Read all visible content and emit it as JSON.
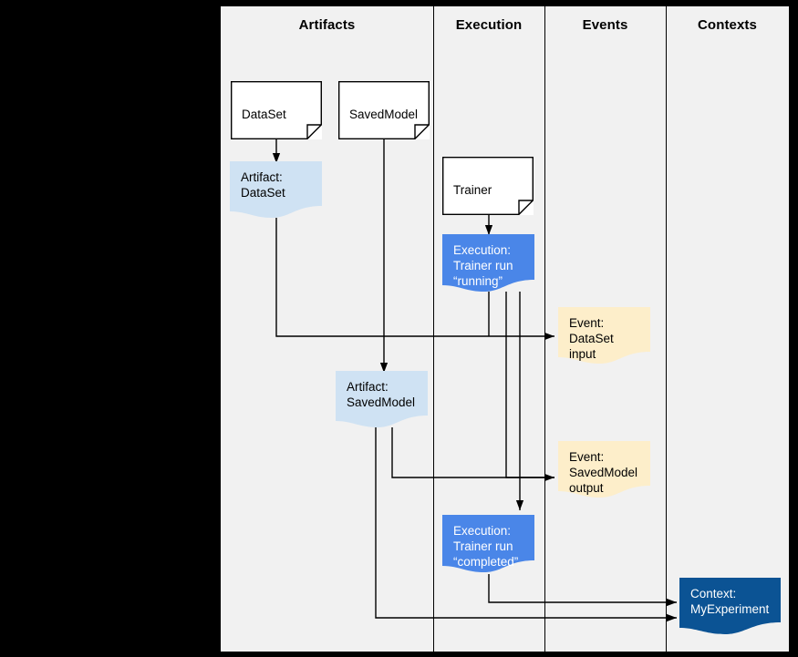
{
  "canvas": {
    "background": "#f1f1f1",
    "page_background": "#000000"
  },
  "lanes": [
    {
      "id": "artifacts",
      "title": "Artifacts"
    },
    {
      "id": "execution",
      "title": "Execution"
    },
    {
      "id": "events",
      "title": "Events"
    },
    {
      "id": "contexts",
      "title": "Contexts"
    }
  ],
  "nodes": {
    "dataset_type": {
      "label": "DataSet",
      "shape": "document",
      "fill": "#ffffff"
    },
    "savedmodel_type": {
      "label": "SavedModel",
      "shape": "document",
      "fill": "#ffffff"
    },
    "trainer_type": {
      "label": "Trainer",
      "shape": "document",
      "fill": "#ffffff"
    },
    "artifact_dataset": {
      "label": "Artifact:\nDataSet",
      "shape": "wave",
      "fill": "#cfe2f3"
    },
    "artifact_savedmodel": {
      "label": "Artifact:\nSavedModel",
      "shape": "wave",
      "fill": "#cfe2f3"
    },
    "execution_running": {
      "label": "Execution:\nTrainer run\n“running”",
      "shape": "wave",
      "fill": "#4a86e8"
    },
    "execution_completed": {
      "label": "Execution:\nTrainer run\n“completed”",
      "shape": "wave",
      "fill": "#4a86e8"
    },
    "event_dataset_input": {
      "label": "Event:\nDataSet input",
      "shape": "wave",
      "fill": "#fdeeca"
    },
    "event_savedmodel_output": {
      "label": "Event:\nSavedModel\noutput",
      "shape": "wave",
      "fill": "#fdeeca"
    },
    "context_myexperiment": {
      "label": "Context:\nMyExperiment",
      "shape": "wave",
      "fill": "#0b5394"
    }
  },
  "colors": {
    "artifact_blue": "#cfe2f3",
    "execution_blue": "#4a86e8",
    "event_yellow": "#fdeeca",
    "context_navy": "#0b5394",
    "node_white": "#ffffff",
    "line": "#000000",
    "lane_background": "#f1f1f1"
  }
}
